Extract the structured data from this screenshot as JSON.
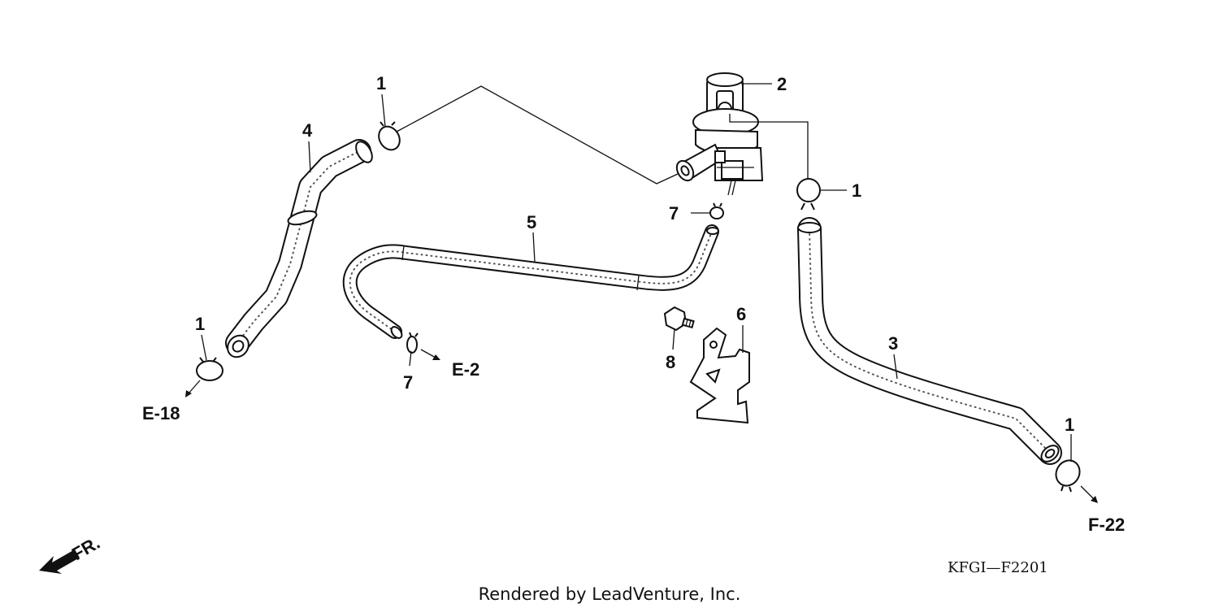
{
  "diagram": {
    "callouts": {
      "c1a": "1",
      "c1b": "1",
      "c1c": "1",
      "c1d": "1",
      "c2": "2",
      "c3": "3",
      "c4": "4",
      "c5": "5",
      "c6": "6",
      "c7a": "7",
      "c7b": "7",
      "c8": "8"
    },
    "refs": {
      "e18": "E-18",
      "e2": "E-2",
      "f22": "F-22"
    },
    "front_label": "FR.",
    "drawing_code": "KFGI—F2201",
    "credit": "Rendered by LeadVenture, Inc."
  }
}
